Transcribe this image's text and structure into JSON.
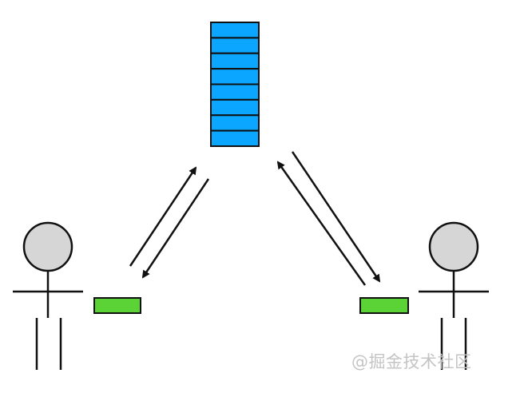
{
  "colors": {
    "queue_fill": "#0aa6ff",
    "queue_stroke": "#111111",
    "token_fill": "#5bd235",
    "person_head_fill": "#d6d6d6",
    "line": "#111111",
    "watermark": "#c4c4c4"
  },
  "queue": {
    "slot_count": 8
  },
  "persons": [
    {
      "name": "left"
    },
    {
      "name": "right"
    }
  ],
  "watermark": "@掘金技术社区"
}
